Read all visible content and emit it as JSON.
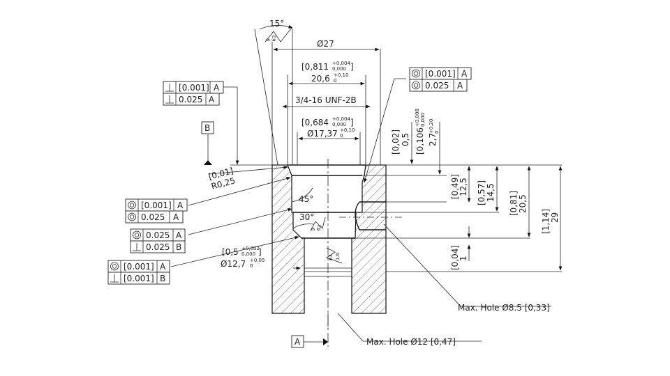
{
  "angles": {
    "chamfer_top": "15°",
    "chamfer_mid": "45°",
    "chamfer_low": "30°"
  },
  "surface_finish": {
    "top_a": "9",
    "top_b": "63",
    "mid_a": "9",
    "mid_b": "63",
    "low_a": "63",
    "low_b": "1.6"
  },
  "dims": {
    "outer_dia": "Ø27",
    "bore_inch": "[0,811",
    "bore_inch_tol_up": "+0,004",
    "bore_inch_tol_lo": "0,000",
    "bore_mm": "20,6",
    "bore_mm_tol_up": "+0,10",
    "bore_mm_tol_lo": "0",
    "thread": "3/4-16 UNF-2B",
    "counter_inch": "[0,684",
    "counter_inch_tol_up": "+0,004",
    "counter_inch_tol_lo": "0,000",
    "counter_mm": "Ø17,37",
    "counter_mm_tol_up": "+0,10",
    "counter_mm_tol_lo": "0",
    "depth_a_inch": "[0,02]",
    "depth_a_mm": "0,5",
    "depth_b_inch": "[0,106",
    "depth_b_inch_tol_up": "+0,008",
    "depth_b_inch_tol_lo": "0,000",
    "depth_b_mm": "2,7",
    "depth_b_mm_tol_up": "+0,20",
    "depth_b_mm_tol_lo": "0",
    "radius_inch": "[0,01]",
    "radius_mm": "R0,25",
    "h1_inch": "[0,49]",
    "h1_mm": "12,5",
    "h2_inch": "[0,57]",
    "h2_mm": "14,5",
    "h3_inch": "[0,81]",
    "h3_mm": "20,5",
    "h4_inch": "[1,14]",
    "h4_mm": "29",
    "h5_inch": "[0,04]",
    "h5_mm": "1",
    "small_inch": "[0,5",
    "small_inch_tol_up": "+0,002",
    "small_inch_tol_lo": "0,000",
    "small_mm": "Ø12,7",
    "small_mm_tol_up": "+0,05",
    "small_mm_tol_lo": "0"
  },
  "datums": {
    "b": "B",
    "a": "A"
  },
  "fcf": {
    "perp_top": [
      {
        "tol": "[0.001]",
        "ref": "A"
      },
      {
        "tol": "0.025",
        "ref": "A"
      }
    ],
    "conc_right": [
      {
        "tol": "[0.001]",
        "ref": "A"
      },
      {
        "tol": "0.025",
        "ref": "A"
      }
    ],
    "conc_left1": [
      {
        "tol": "[0.001]",
        "ref": "A"
      },
      {
        "tol": "0.025",
        "ref": "A"
      }
    ],
    "mix_left2": [
      {
        "tol": "0.025",
        "ref": "A"
      },
      {
        "tol": "0.025",
        "ref": "B"
      }
    ],
    "mix_left3": [
      {
        "tol": "[0.001]",
        "ref": "A"
      },
      {
        "tol": "[0.001]",
        "ref": "B"
      }
    ]
  },
  "notes": {
    "max_hole_side": "Max. Hole Ø8.5 [0,33]",
    "max_hole_bottom": "Max. Hole Ø12 [0,47]"
  }
}
